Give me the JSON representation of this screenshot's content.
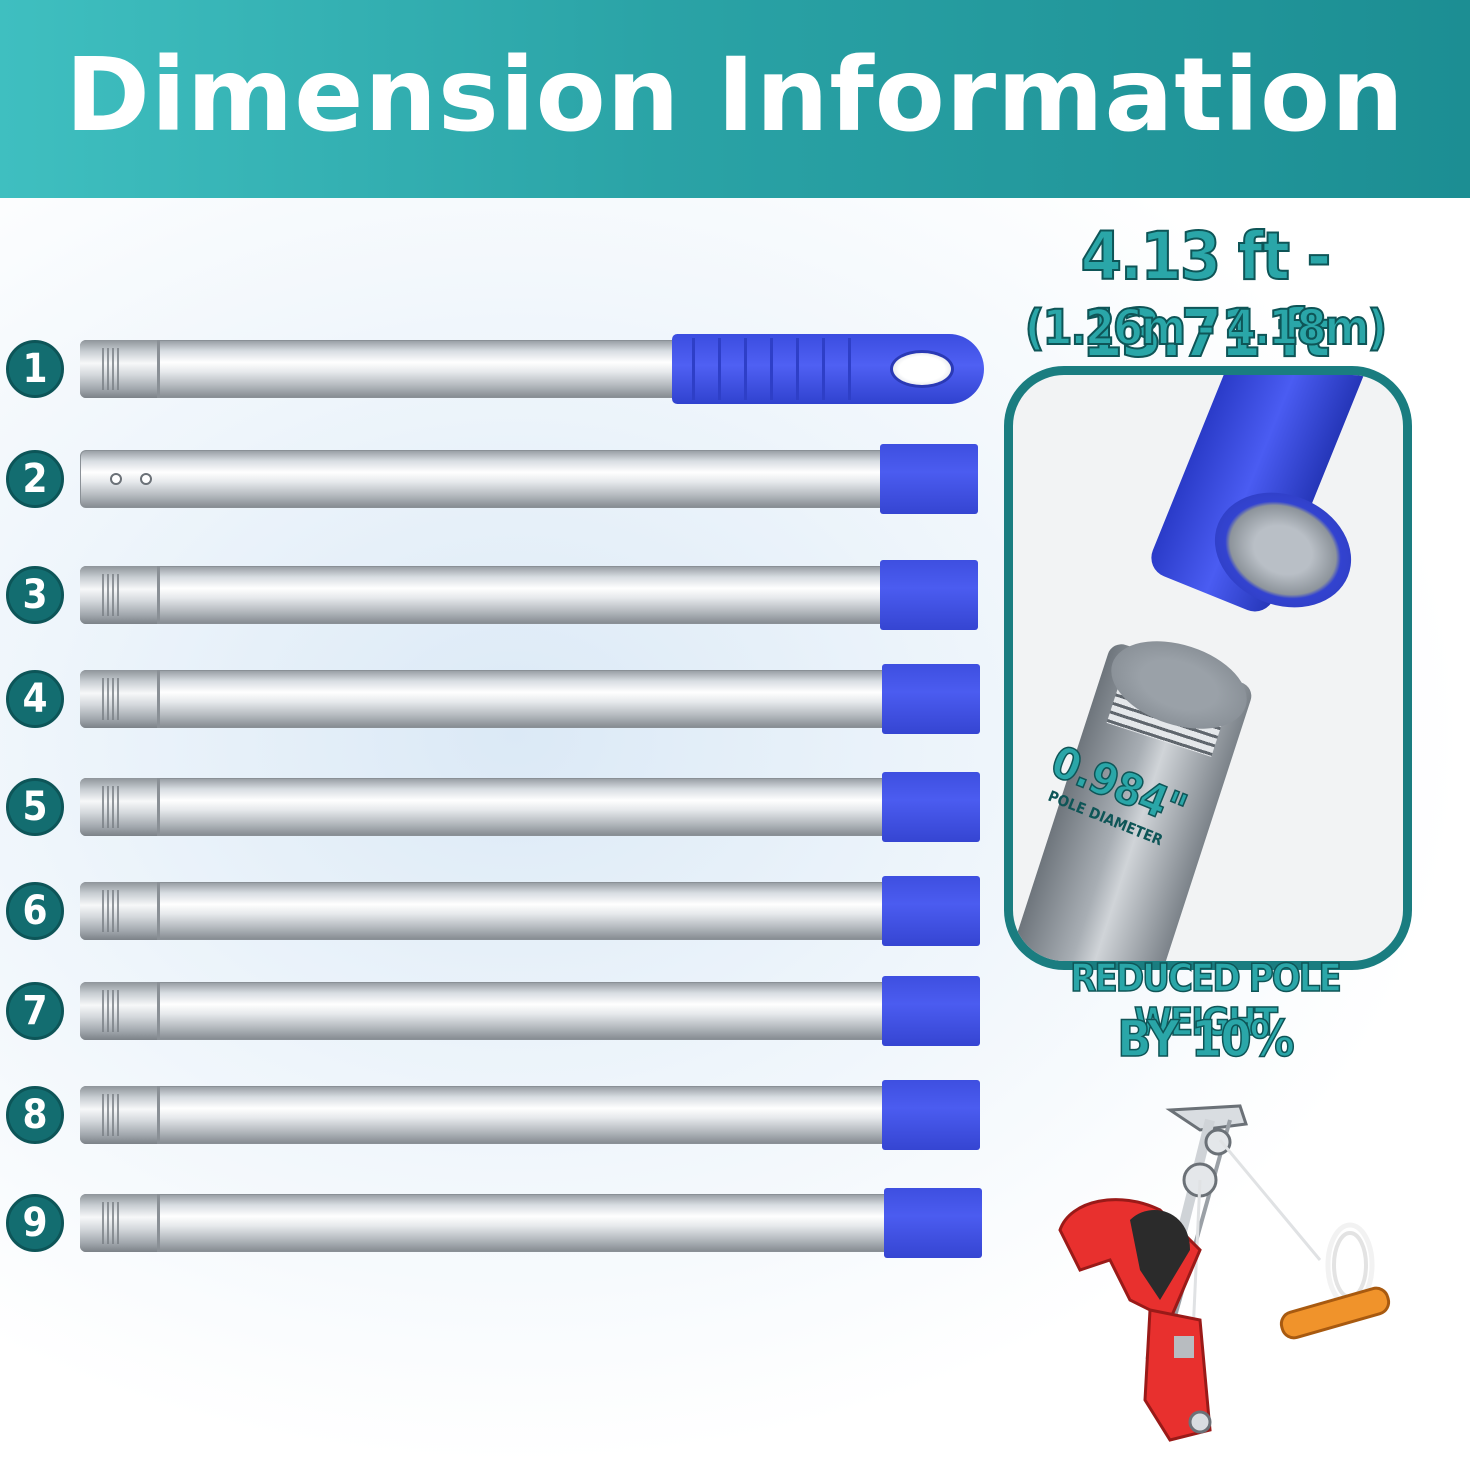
{
  "header": {
    "title": "Dimension Information"
  },
  "poles": [
    {
      "number": "1",
      "type": "handle"
    },
    {
      "number": "2",
      "type": "end"
    },
    {
      "number": "3",
      "type": "section"
    },
    {
      "number": "4",
      "type": "section"
    },
    {
      "number": "5",
      "type": "section"
    },
    {
      "number": "6",
      "type": "section"
    },
    {
      "number": "7",
      "type": "section"
    },
    {
      "number": "8",
      "type": "section"
    },
    {
      "number": "9",
      "type": "section"
    }
  ],
  "specs": {
    "length_range": "4.13 ft - 13.71 ft",
    "metric_range": "(1.26m - 4.18m)",
    "diameter_value": "0.984\"",
    "diameter_label": "POLE DIAMETER",
    "weight_line1": "REDUCED POLE WEIGHT",
    "weight_line2": "BY 10%"
  },
  "colors": {
    "teal": "#2aa3a6",
    "dark_teal": "#136d70",
    "blue_cap": "#4252e6",
    "pruner_red": "#e8302e"
  }
}
